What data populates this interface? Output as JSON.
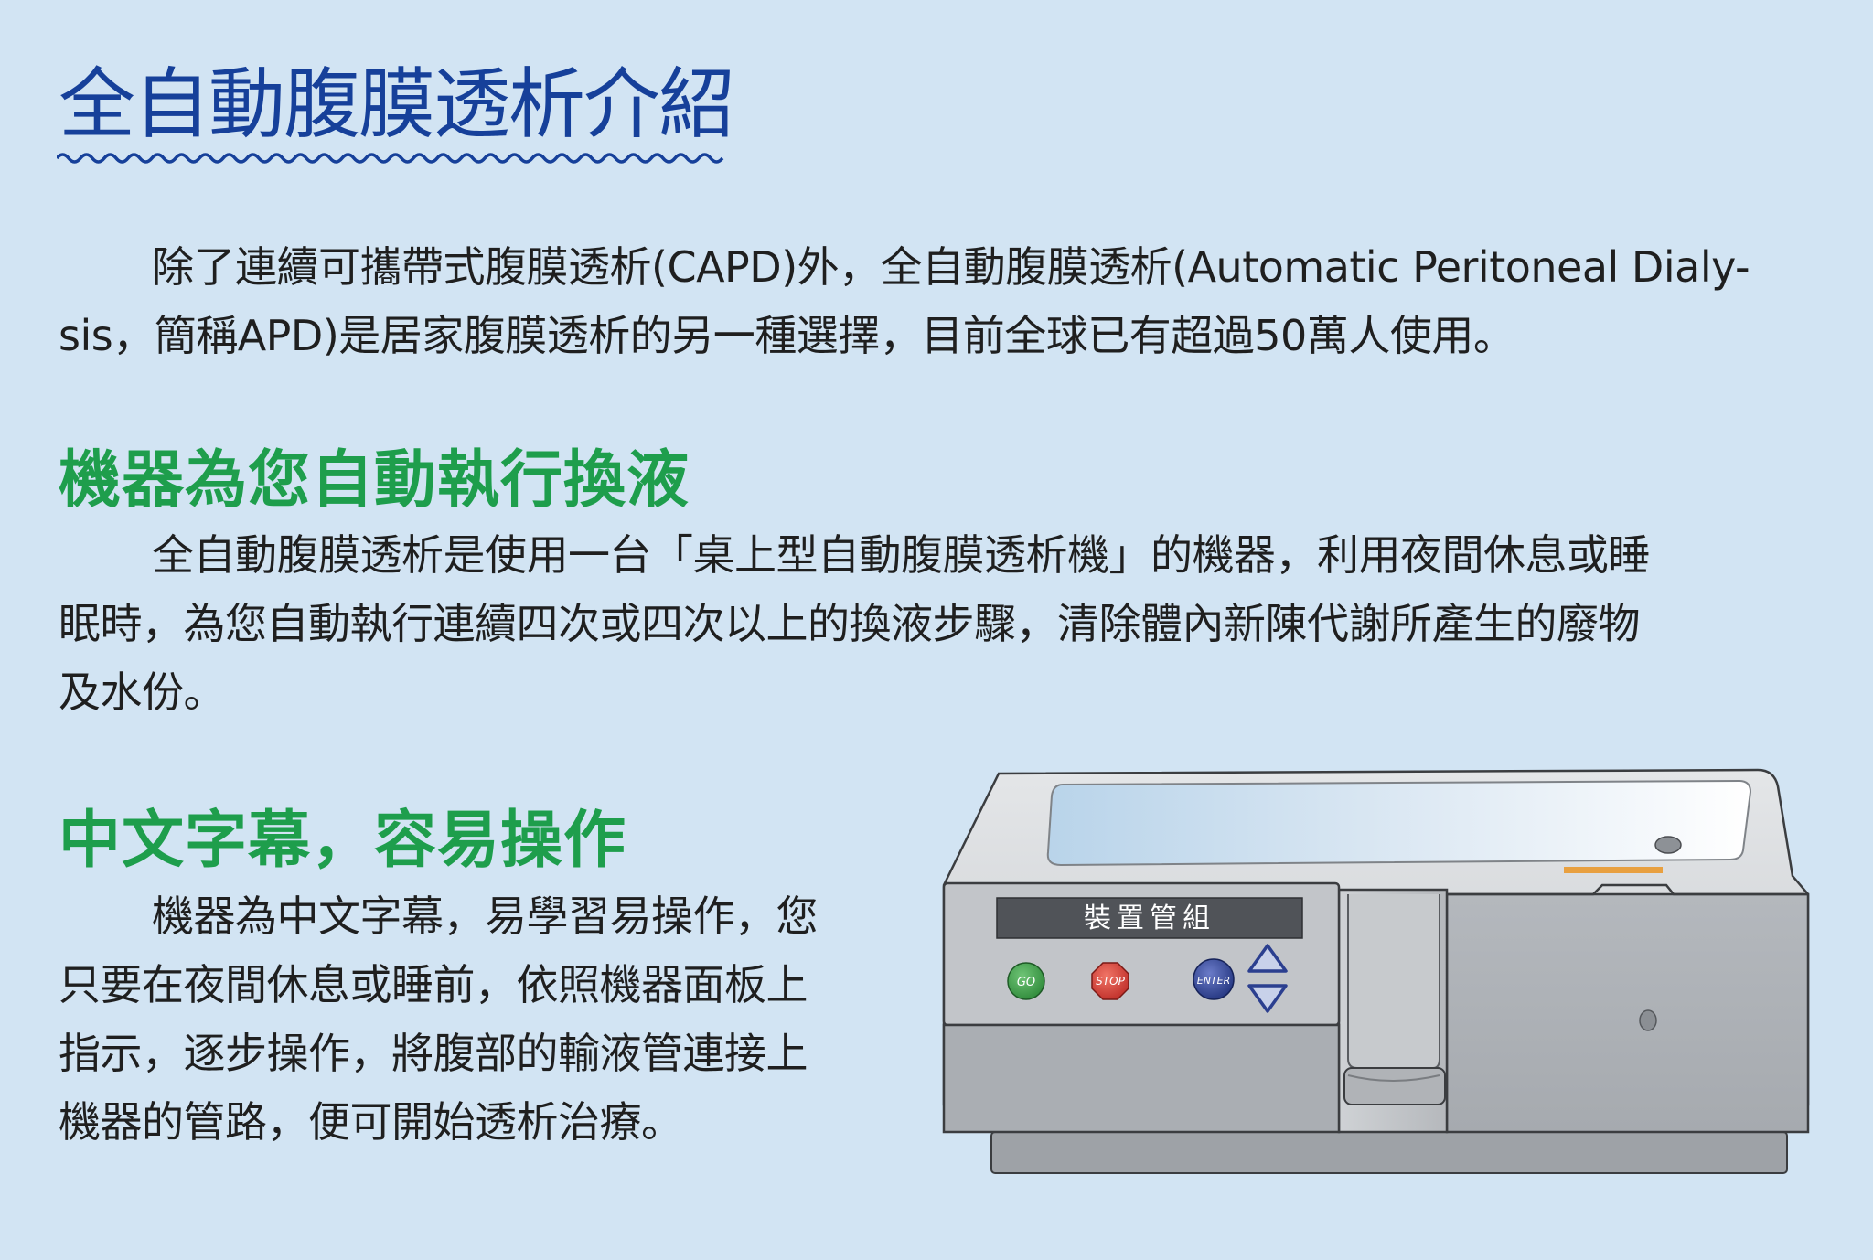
{
  "title": "全自動腹膜透析介紹",
  "intro": {
    "lines": [
      "除了連續可攜帶式腹膜透析(CAPD)外，全自動腹膜透析(Automatic Peritoneal Dialy-",
      "sis，簡稱APD)是居家腹膜透析的另一種選擇，目前全球已有超過50萬人使用。"
    ]
  },
  "section1": {
    "heading": "機器為您自動執行換液",
    "lines": [
      "全自動腹膜透析是使用一台「桌上型自動腹膜透析機」的機器，利用夜間休息或睡",
      "眠時，為您自動執行連續四次或四次以上的換液步驟，清除體內新陳代謝所產生的廢物",
      "及水份。"
    ]
  },
  "section2": {
    "heading": "中文字幕，容易操作",
    "lines": [
      "機器為中文字幕，易學習易操作，您",
      "只要在夜間休息或睡前，依照機器面板上",
      "指示，逐步操作，將腹部的輸液管連接上",
      "機器的管路，便可開始透析治療。"
    ]
  },
  "device": {
    "display_text": "裝置管組",
    "buttons": {
      "go": "GO",
      "stop": "STOP",
      "enter": "ENTER"
    },
    "icons": [
      "arrow-up-icon",
      "arrow-down-icon"
    ],
    "colors": {
      "go": "#3a9a45",
      "stop": "#d23a32",
      "enter": "#2b3f8f",
      "body": "#b9bdc2",
      "display": "#505358"
    }
  },
  "colors": {
    "background": "#d2e4f3",
    "title": "#16409a",
    "heading": "#1e9e4c",
    "text": "#1f1f1f"
  }
}
